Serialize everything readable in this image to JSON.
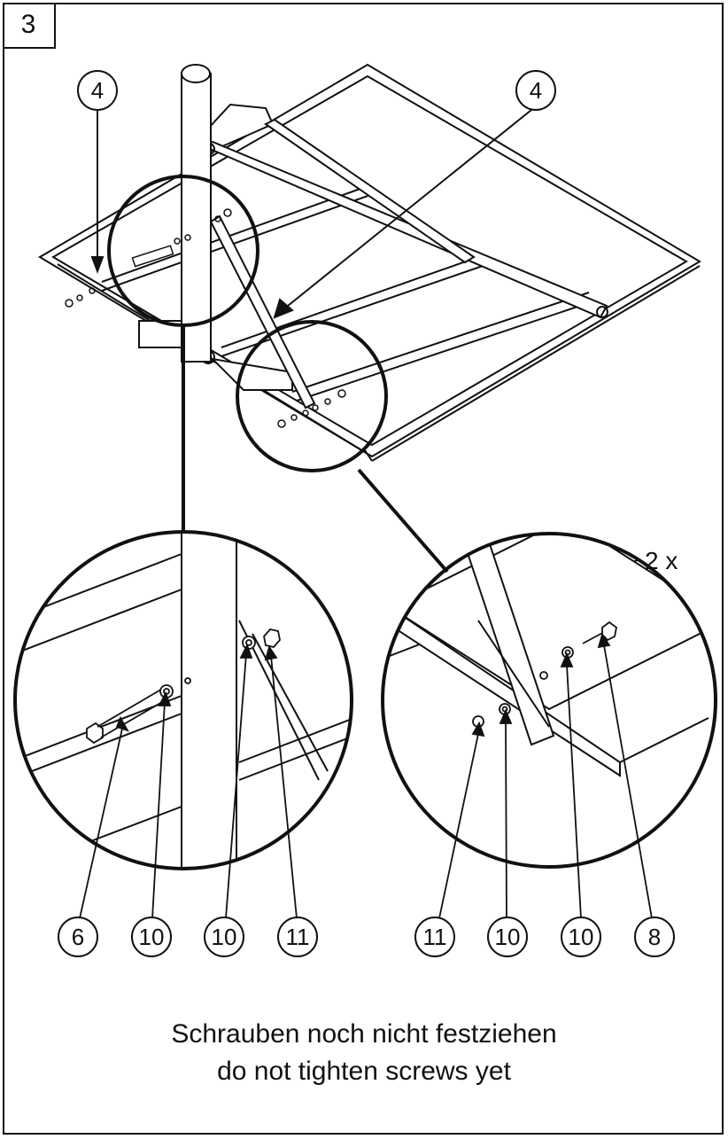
{
  "step_number": "3",
  "multiplier": "2 x",
  "callouts": {
    "overview_left": "4",
    "overview_right": "4",
    "left_1": "6",
    "left_2": "10",
    "left_3": "10",
    "left_4": "11",
    "right_1": "11",
    "right_2": "10",
    "right_3": "10",
    "right_4": "8"
  },
  "caption": {
    "line1": "Schrauben noch nicht festziehen",
    "line2": "do not tighten screws yet"
  }
}
